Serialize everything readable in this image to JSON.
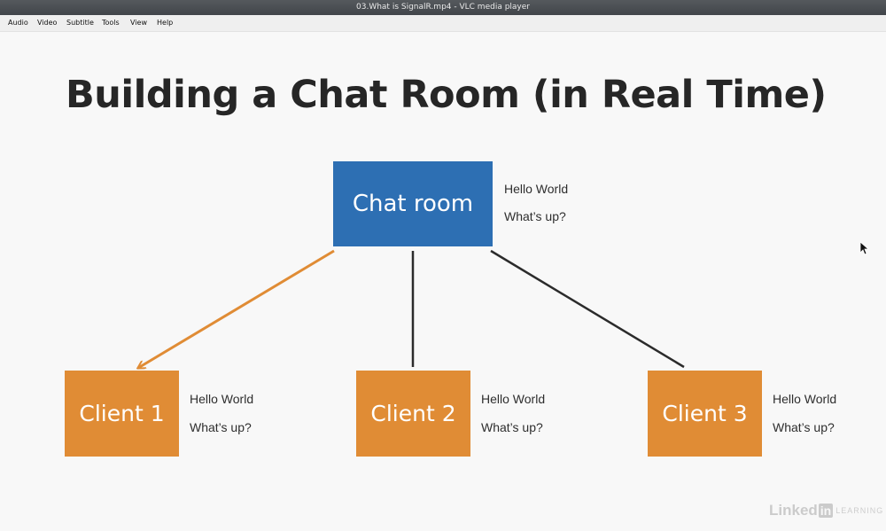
{
  "window": {
    "title": "03.What is SignalR.mp4 - VLC media player"
  },
  "menu": {
    "items": [
      "Audio",
      "Video",
      "Subtitle",
      "Tools",
      "View",
      "Help"
    ]
  },
  "slide": {
    "title": "Building a Chat Room (in Real Time)",
    "server": {
      "label": "Chat room",
      "messages": [
        "Hello World",
        "What’s up?"
      ]
    },
    "clients": [
      {
        "label": "Client 1",
        "messages": [
          "Hello World",
          "What’s up?"
        ]
      },
      {
        "label": "Client 2",
        "messages": [
          "Hello World",
          "What’s up?"
        ]
      },
      {
        "label": "Client 3",
        "messages": [
          "Hello World",
          "What’s up?"
        ]
      }
    ],
    "colors": {
      "server": "#2d6fb3",
      "client": "#e08c35",
      "active_line": "#e08c35",
      "line": "#2b2b2b"
    }
  },
  "watermark": {
    "brand": "Linked",
    "badge": "in",
    "suffix": "LEARNING"
  }
}
